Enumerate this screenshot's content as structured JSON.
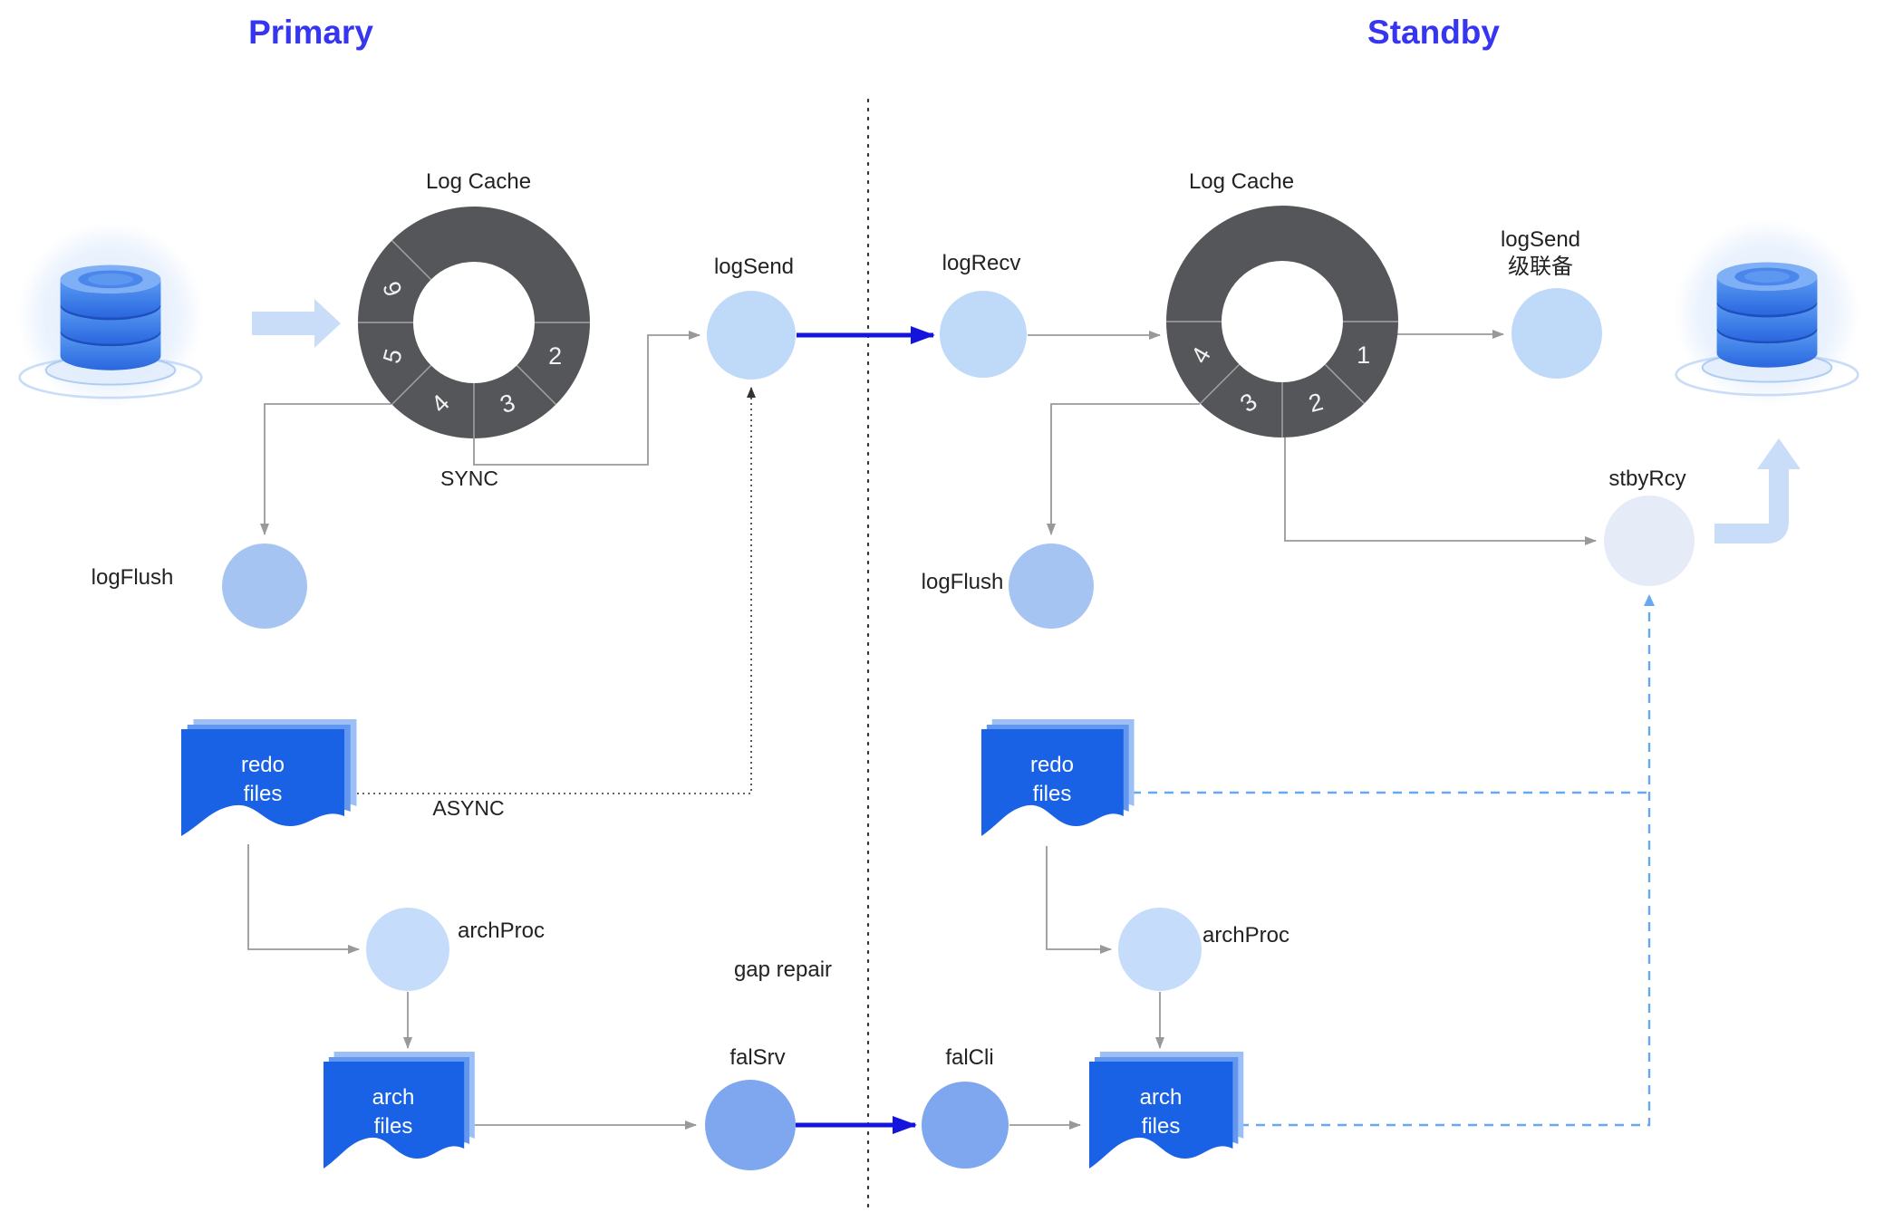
{
  "titles": {
    "primary": "Primary",
    "standby": "Standby"
  },
  "primary": {
    "database_icon": "database",
    "log_cache": {
      "label": "Log Cache",
      "segments": [
        "2",
        "3",
        "4",
        "5",
        "6"
      ]
    },
    "nodes": {
      "log_send": "logSend",
      "log_flush": "logFlush",
      "arch_proc": "archProc",
      "fal_srv": "falSrv"
    },
    "docs": {
      "redo": {
        "line1": "redo",
        "line2": "files"
      },
      "arch": {
        "line1": "arch",
        "line2": "files"
      }
    },
    "edges": {
      "sync": "SYNC",
      "async": "ASYNC"
    }
  },
  "standby": {
    "database_icon": "database",
    "log_cache": {
      "label": "Log Cache",
      "segments": [
        "1",
        "2",
        "3",
        "4"
      ]
    },
    "nodes": {
      "log_recv": "logRecv",
      "log_send_cascade_line1": "logSend",
      "log_send_cascade_line2": "级联备",
      "stby_rcy": "stbyRcy",
      "log_flush": "logFlush",
      "arch_proc": "archProc",
      "fal_cli": "falCli"
    },
    "docs": {
      "redo": {
        "line1": "redo",
        "line2": "files"
      },
      "arch": {
        "line1": "arch",
        "line2": "files"
      }
    }
  },
  "middle": {
    "gap_repair": "gap repair"
  },
  "colors": {
    "title": "#3636F0",
    "donut": "#555659",
    "process_light": "#BFD9F9",
    "process_medium": "#A6C4F2",
    "process_arch": "#C5DDFA",
    "process_fal": "#7EA7EF",
    "process_stby": "#E6EBF8",
    "doc_fill": "#1A62E5",
    "arrow_blue": "#1414DC",
    "dashed_sky": "#66A9F1",
    "line_gray": "#999999",
    "block_arrow": "#C9DDF8"
  }
}
